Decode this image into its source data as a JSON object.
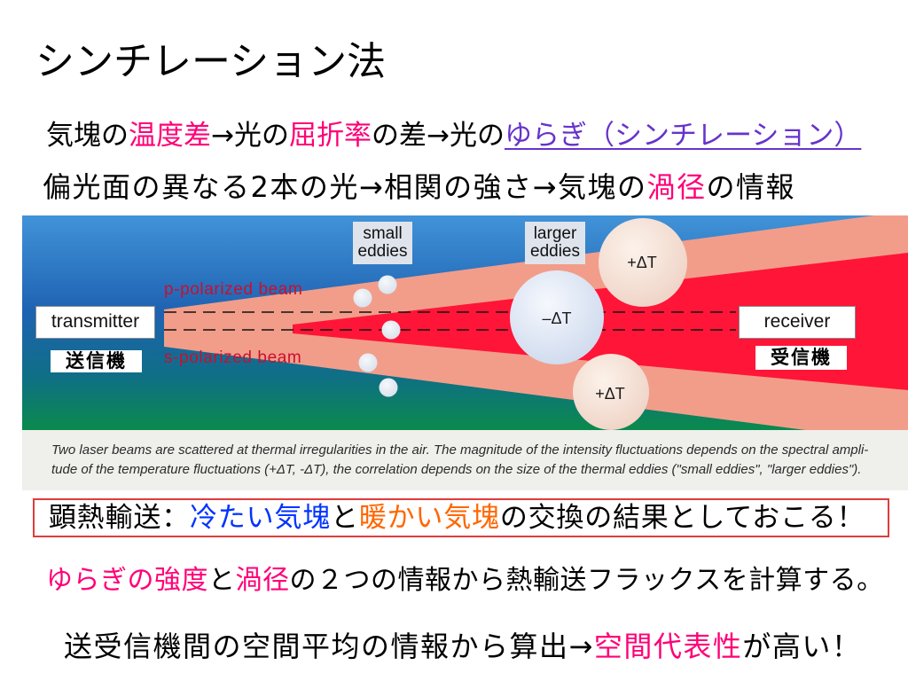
{
  "colors": {
    "highlight": "#ff0077",
    "highlight_purple": "#6633cc",
    "cold_air": "#0033ff",
    "warm_air": "#ff6600",
    "frame_red": "#e03c3c",
    "beam_label": "#c8102e"
  },
  "title": "シンチレーション法",
  "statement_refraction": [
    "気塊の",
    "温度差",
    "→光の",
    "屈折率",
    "の差→光の",
    "ゆらぎ（シンチレーション）"
  ],
  "statement_correlation": [
    "偏光面の異なる2本の光→相関の強さ→気塊の",
    "渦径",
    "の情報"
  ],
  "diagram": {
    "small_eddies_label": [
      "small",
      "eddies"
    ],
    "larger_eddies_label": [
      "larger",
      "eddies"
    ],
    "p_beam": "p-polarized beam",
    "s_beam": "s-polarized beam",
    "transmitter": "transmitter",
    "transmitter_jp": "送信機",
    "receiver": "receiver",
    "receiver_jp": "受信機",
    "eddy_cold": "–ΔT",
    "eddy_warm_upper": "+ΔT",
    "eddy_warm_lower": "+ΔT",
    "caption": [
      "Two laser beams are scattered at thermal irregularities in the air. The magnitude of the intensity fluctuations depends on the spectral ampli-",
      "tude of the temperature fluctuations (+ΔT, -ΔT), the correlation depends on the size of the thermal eddies (\"small eddies\", \"larger eddies\")."
    ]
  },
  "sensible_heat_box": [
    "顕熱輸送：",
    "冷たい気塊",
    "と",
    "暖かい気塊",
    "の交換の結果としておこる！"
  ],
  "flux_statement": [
    "ゆらぎの強度",
    "と",
    "渦径",
    "の２つの情報から熱輸送フラックスを計算する。"
  ],
  "spatial_statement": [
    "送受信機間の空間平均の情報から算出→",
    "空間代表性",
    "が高い！"
  ]
}
